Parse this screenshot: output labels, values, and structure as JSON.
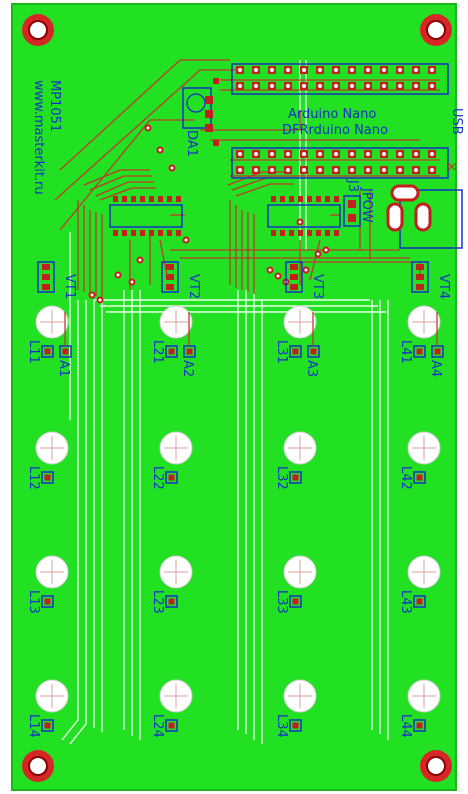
{
  "board": {
    "model": "MP1051",
    "website": "www.masterkit.ru",
    "module_line1": "Arduino Nano",
    "module_line2": "DFRrduino Nano",
    "usb_label": "USB",
    "jpow_label": "JPOW",
    "j3_label": "J3",
    "regulator_label": "DA1"
  },
  "transistors": [
    "VT1",
    "VT2",
    "VT3",
    "VT4"
  ],
  "anodes": [
    "A1",
    "A2",
    "A3",
    "A4"
  ],
  "led_columns": [
    [
      "L11",
      "L12",
      "L13",
      "L14"
    ],
    [
      "L21",
      "L22",
      "L23",
      "L24"
    ],
    [
      "L31",
      "L32",
      "L33",
      "L34"
    ],
    [
      "L41",
      "L42",
      "L43",
      "L44"
    ]
  ],
  "colors": {
    "board": "#22e022",
    "copper": "#c0392b",
    "silk": "#1530c8",
    "pad": "#c41e1e",
    "hole": "#ffffff",
    "trace_light": "#e8ffe8"
  }
}
